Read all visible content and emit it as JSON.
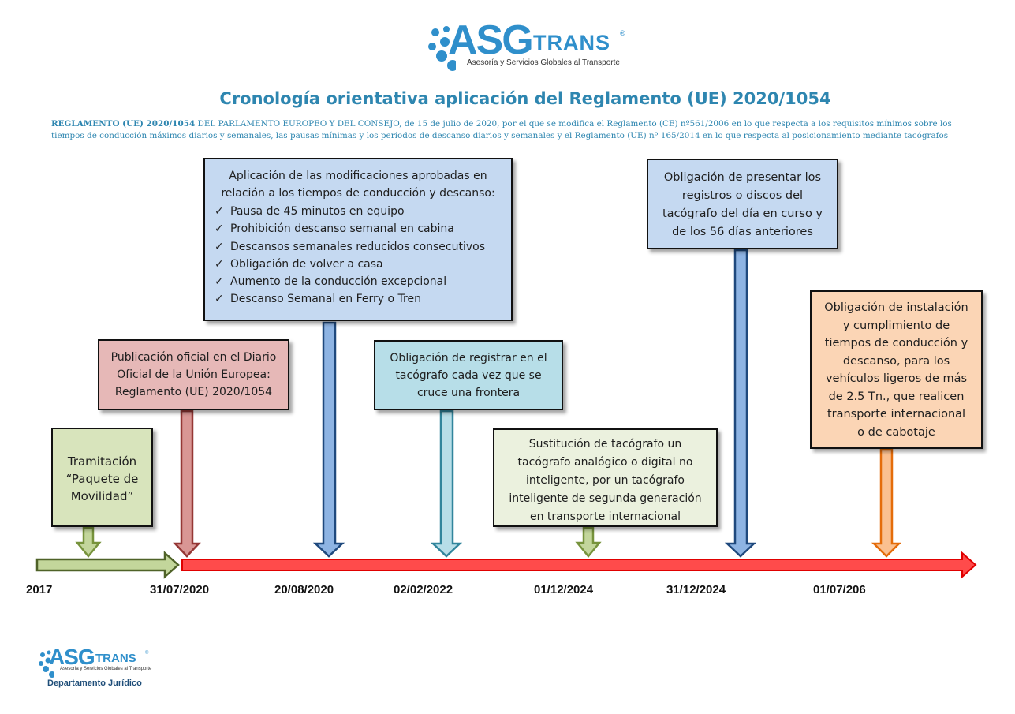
{
  "logo": {
    "brand_asg": "ASG",
    "brand_trans": "TRANS",
    "registered": "®",
    "tagline": "Asesoría y Servicios Globales al Transporte"
  },
  "title": "Cronología orientativa aplicación del Reglamento (UE) 2020/1054",
  "subtitle": {
    "bold": "REGLAMENTO (UE) 2020/1054",
    "caps": " DEL PARLAMENTO EUROPEO Y DEL CONSEJO,",
    "rest": " de 15 de julio de 2020, por el que se modifica el Reglamento (CE) nº561/2006 en lo que respecta a los requisitos mínimos sobre los tiempos de conducción máximos diarios y semanales, las pausas mínimas y los períodos de descanso diarios y semanales y el Reglamento (UE) nº 165/2014 en lo que respecta al posicionamiento mediante tacógrafos"
  },
  "events": {
    "tramitacion": {
      "lines": [
        "Tramitación",
        "“Paquete de",
        "Movilidad”"
      ],
      "color": "#d8e4bc"
    },
    "publicacion": {
      "lines": [
        "Publicación oficial en el Diario",
        "Oficial de la Unión Europea:",
        "Reglamento (UE) 2020/1054"
      ],
      "color": "#e6b8b7"
    },
    "modificaciones": {
      "intro": [
        "Aplicación de las modificaciones aprobadas en",
        "relación a los tiempos de conducción y descanso:"
      ],
      "check_icon": "check-icon",
      "items": [
        "Pausa de 45 minutos en equipo",
        "Prohibición descanso semanal en cabina",
        "Descansos semanales reducidos consecutivos",
        "Obligación de volver a casa",
        "Aumento de la conducción excepcional",
        "Descanso Semanal en Ferry o Tren"
      ],
      "color": "#c5d9f1"
    },
    "frontera": {
      "lines": [
        "Obligación de registrar en el",
        "tacógrafo cada vez que se",
        "cruce una frontera"
      ],
      "color": "#b7dee8"
    },
    "sustitucion": {
      "lines": [
        "Sustitución de tacógrafo un",
        "tacógrafo analógico o digital no",
        "inteligente, por un tacógrafo",
        "inteligente de segunda generación",
        "en transporte internacional"
      ],
      "color": "#ebf1de"
    },
    "presentar": {
      "lines": [
        "Obligación de presentar los",
        "registros o discos del",
        "tacógrafo del día en curso y",
        "de los 56 días anteriores"
      ],
      "color": "#c5d9f1"
    },
    "instalacion": {
      "lines": [
        "Obligación de instalación",
        "y cumplimiento de",
        "tiempos de conducción y",
        "descanso, para los",
        "vehículos ligeros de más",
        "de 2.5 Tn., que realicen",
        "transporte internacional",
        "o de cabotaje"
      ],
      "color": "#fbd5b5"
    }
  },
  "dates": [
    "2017",
    "31/07/2020",
    "20/08/2020",
    "02/02/2022",
    "01/12/2024",
    "31/12/2024",
    "01/07/206"
  ],
  "footer": {
    "department": "Departamento Jurídico"
  },
  "colors": {
    "brand": "#2f8fcb",
    "title": "#2e86b0",
    "timeline_green": "#9bbb59",
    "timeline_red": "#ff3333",
    "arrow_red": "#c0504d",
    "arrow_blue": "#4f81bd",
    "arrow_lightblue": "#92cddc",
    "arrow_green": "#9bbb59",
    "arrow_orange": "#f79646"
  }
}
